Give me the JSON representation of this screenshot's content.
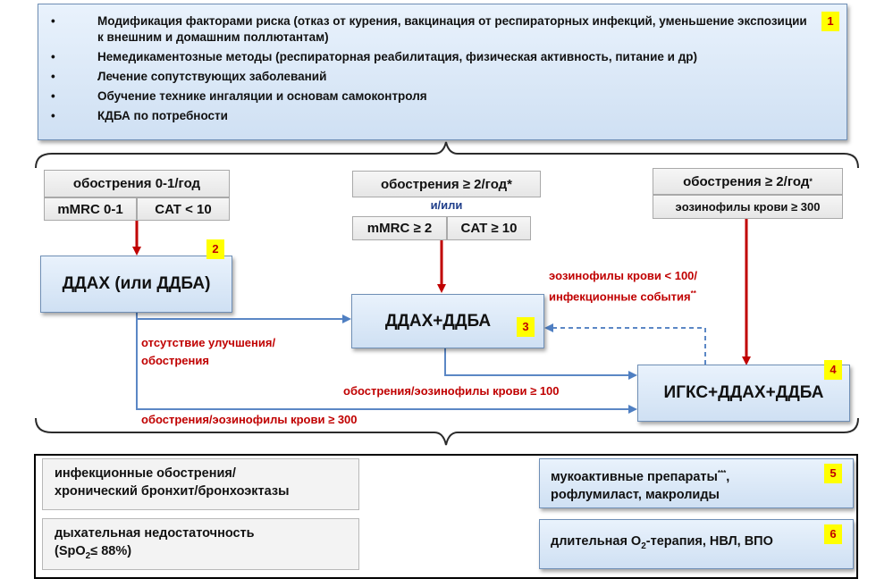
{
  "top_box": {
    "bullets": [
      "Модификация  факторами риска (отказ от курения, вакцинация от респираторных инфекций, уменьшение экспозиции к внешним и домашним поллютантам)",
      "Немедикаментозные методы (респираторная реабилитация, физическая активность, питание и др)",
      "Лечение сопутствующих заболеваний",
      "Обучение технике ингаляции и основам самоконтроля",
      "КДБА по потребности"
    ],
    "badge": "1"
  },
  "left_column": {
    "criteria_top": "обострения 0-1/год",
    "criteria_mmrc": "mMRC 0-1",
    "criteria_cat": "CAT < 10",
    "node": "ДДАХ (или ДДБА)",
    "badge": "2"
  },
  "middle_column": {
    "criteria_top": "обострения ≥ 2/год*",
    "connector": "и/или",
    "criteria_mmrc": "mMRC ≥ 2",
    "criteria_cat": "CAT ≥ 10",
    "node": "ДДАХ+ДДБА",
    "badge": "3"
  },
  "right_column": {
    "criteria_top": "обострения ≥ 2/год",
    "criteria_top_mark": "*",
    "criteria_eos": "эозинофилы крови ≥ 300",
    "node": "ИГКС+ДДАХ+ДДБА",
    "badge": "4"
  },
  "labels": {
    "no_improvement_line1": "отсутствие улучшения/",
    "no_improvement_line2": "обострения",
    "eos_low_line1": "эозинофилы крови  < 100/",
    "eos_low_line2": "инфекционные события",
    "eos_low_mark": "**",
    "exac_eos100": "обострения/эозинофилы крови ≥ 100",
    "exac_eos300": "обострения/эозинофилы крови ≥ 300"
  },
  "bottom": {
    "row1_left_line1": "инфекционные обострения/",
    "row1_left_line2": "хронический бронхит/бронхоэктазы",
    "row1_right_line1": "мукоактивные препараты",
    "row1_right_mark": "***",
    "row1_right_line1_tail": ",",
    "row1_right_line2": "рофлумиласт, макролиды",
    "badge5": "5",
    "row2_left_line1": "дыхательная недостаточность",
    "row2_left_line2_a": "(SpO",
    "row2_left_line2_sub": "2",
    "row2_left_line2_b": "≤ 88%)",
    "row2_right_a": "длительная О",
    "row2_right_sub": "2",
    "row2_right_b": "-терапия, НВЛ, ВПО",
    "badge6": "6"
  },
  "colors": {
    "arrow_red": "#c00000",
    "arrow_blue": "#5b87c5",
    "badge_bg": "#ffff00"
  }
}
